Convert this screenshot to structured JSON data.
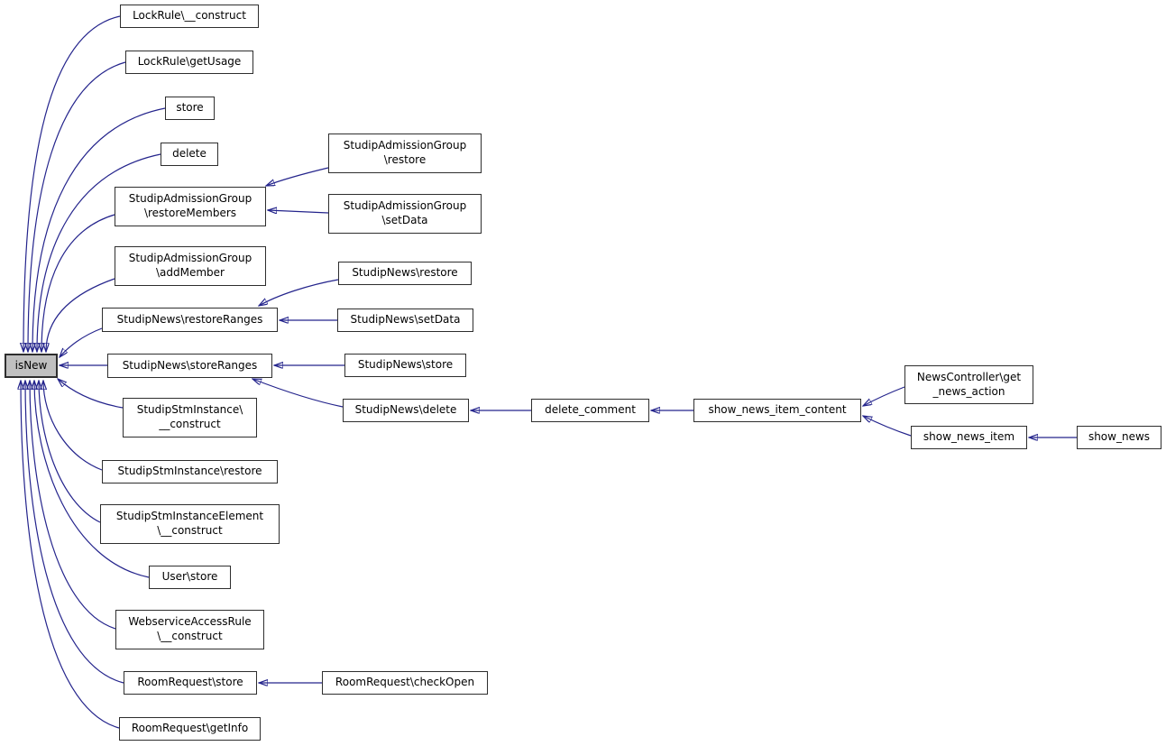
{
  "diagram": {
    "type": "caller-graph",
    "focus": {
      "label": "isNew"
    },
    "nodes": [
      {
        "id": "lockrule-construct",
        "label": "LockRule\\__construct"
      },
      {
        "id": "lockrule-getusage",
        "label": "LockRule\\getUsage"
      },
      {
        "id": "store",
        "label": "store"
      },
      {
        "id": "delete",
        "label": "delete"
      },
      {
        "id": "sag-restoremembers",
        "label": "StudipAdmissionGroup\n\\restoreMembers"
      },
      {
        "id": "sag-addmember",
        "label": "StudipAdmissionGroup\n\\addMember"
      },
      {
        "id": "sn-restoreranges",
        "label": "StudipNews\\restoreRanges"
      },
      {
        "id": "sn-storeranges",
        "label": "StudipNews\\storeRanges"
      },
      {
        "id": "ssi-construct",
        "label": "StudipStmInstance\\\n__construct"
      },
      {
        "id": "ssi-restore",
        "label": "StudipStmInstance\\restore"
      },
      {
        "id": "ssie-construct",
        "label": "StudipStmInstanceElement\n\\__construct"
      },
      {
        "id": "user-store",
        "label": "User\\store"
      },
      {
        "id": "war-construct",
        "label": "WebserviceAccessRule\n\\__construct"
      },
      {
        "id": "rr-store",
        "label": "RoomRequest\\store"
      },
      {
        "id": "rr-getinfo",
        "label": "RoomRequest\\getInfo"
      },
      {
        "id": "sag-restore",
        "label": "StudipAdmissionGroup\n\\restore"
      },
      {
        "id": "sag-setdata",
        "label": "StudipAdmissionGroup\n\\setData"
      },
      {
        "id": "sn-restore",
        "label": "StudipNews\\restore"
      },
      {
        "id": "sn-setdata",
        "label": "StudipNews\\setData"
      },
      {
        "id": "sn-store",
        "label": "StudipNews\\store"
      },
      {
        "id": "sn-delete",
        "label": "StudipNews\\delete"
      },
      {
        "id": "rr-checkopen",
        "label": "RoomRequest\\checkOpen"
      },
      {
        "id": "delete-comment",
        "label": "delete_comment"
      },
      {
        "id": "show-news-item-content",
        "label": "show_news_item_content"
      },
      {
        "id": "newscontroller-get-news-action",
        "label": "NewsController\\get\n_news_action"
      },
      {
        "id": "show-news-item",
        "label": "show_news_item"
      },
      {
        "id": "show-news",
        "label": "show_news"
      }
    ],
    "edges": [
      {
        "from": "lockrule-construct",
        "to": "isNew"
      },
      {
        "from": "lockrule-getusage",
        "to": "isNew"
      },
      {
        "from": "store",
        "to": "isNew"
      },
      {
        "from": "delete",
        "to": "isNew"
      },
      {
        "from": "sag-restoremembers",
        "to": "isNew"
      },
      {
        "from": "sag-addmember",
        "to": "isNew"
      },
      {
        "from": "sn-restoreranges",
        "to": "isNew"
      },
      {
        "from": "sn-storeranges",
        "to": "isNew"
      },
      {
        "from": "ssi-construct",
        "to": "isNew"
      },
      {
        "from": "ssi-restore",
        "to": "isNew"
      },
      {
        "from": "ssie-construct",
        "to": "isNew"
      },
      {
        "from": "user-store",
        "to": "isNew"
      },
      {
        "from": "war-construct",
        "to": "isNew"
      },
      {
        "from": "rr-store",
        "to": "isNew"
      },
      {
        "from": "rr-getinfo",
        "to": "isNew"
      },
      {
        "from": "sag-restore",
        "to": "sag-restoremembers"
      },
      {
        "from": "sag-setdata",
        "to": "sag-restoremembers"
      },
      {
        "from": "sn-restore",
        "to": "sn-restoreranges"
      },
      {
        "from": "sn-setdata",
        "to": "sn-restoreranges"
      },
      {
        "from": "sn-store",
        "to": "sn-storeranges"
      },
      {
        "from": "sn-delete",
        "to": "sn-storeranges"
      },
      {
        "from": "delete-comment",
        "to": "sn-delete"
      },
      {
        "from": "show-news-item-content",
        "to": "delete-comment"
      },
      {
        "from": "newscontroller-get-news-action",
        "to": "show-news-item-content"
      },
      {
        "from": "show-news-item",
        "to": "show-news-item-content"
      },
      {
        "from": "show-news",
        "to": "show-news-item"
      },
      {
        "from": "rr-checkopen",
        "to": "rr-store"
      }
    ]
  },
  "colors": {
    "edge": "#24248c",
    "node_border": "#2e2e2e",
    "node_fill": "#ffffff",
    "focus_fill": "#c0c0c0",
    "text": "#000000",
    "background": "#ffffff"
  }
}
